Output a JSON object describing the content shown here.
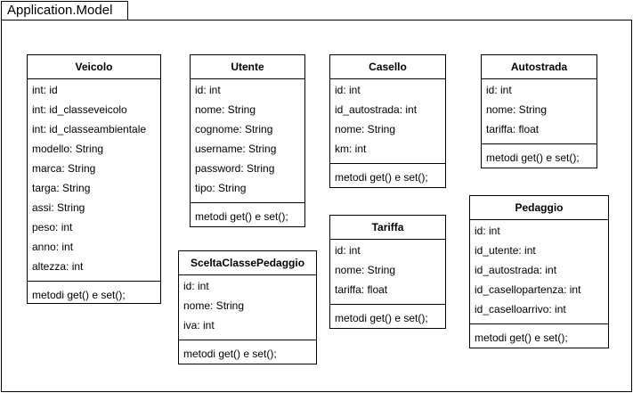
{
  "package": {
    "name": "Application.Model"
  },
  "classes": [
    {
      "key": "veicolo",
      "name": "Veicolo",
      "attributes": [
        "int: id",
        "int: id_classeveicolo",
        "int: id_classeambientale",
        "modello: String",
        "marca: String",
        "targa: String",
        "assi: String",
        "peso: int",
        "anno: int",
        "altezza: int"
      ],
      "methods": [
        "metodi get() e set();"
      ]
    },
    {
      "key": "utente",
      "name": "Utente",
      "attributes": [
        "id: int",
        "nome: String",
        "cognome: String",
        "username: String",
        "password: String",
        "tipo: String"
      ],
      "methods": [
        "metodi get() e set();"
      ]
    },
    {
      "key": "casello",
      "name": "Casello",
      "attributes": [
        "id: int",
        "id_autostrada: int",
        "nome: String",
        "km: int"
      ],
      "methods": [
        "metodi get() e set();"
      ]
    },
    {
      "key": "autostrada",
      "name": "Autostrada",
      "attributes": [
        "id: int",
        "nome: String",
        "tariffa: float"
      ],
      "methods": [
        "metodi get() e set();"
      ]
    },
    {
      "key": "tariffa",
      "name": "Tariffa",
      "attributes": [
        "id: int",
        "nome: String",
        "tariffa: float"
      ],
      "methods": [
        "metodi get() e set();"
      ]
    },
    {
      "key": "pedaggio",
      "name": "Pedaggio",
      "attributes": [
        "id: int",
        "id_utente: int",
        "id_autostrada: int",
        "id_casellopartenza: int",
        "id_caselloarrivo: int"
      ],
      "methods": [
        "metodi get() e set();"
      ]
    },
    {
      "key": "scelta-classe-pedaggio",
      "name": "SceltaClassePedaggio",
      "attributes": [
        "id: int",
        "nome: String",
        "iva: int"
      ],
      "methods": [
        "metodi get() e set();"
      ]
    }
  ]
}
